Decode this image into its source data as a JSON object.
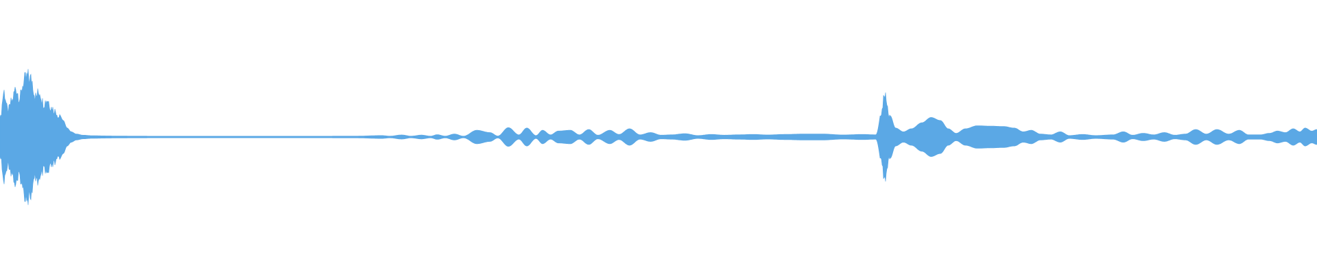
{
  "waveform": {
    "color": "#5ba8e5",
    "background": "#ffffff",
    "amplitude_envelope": [
      [
        0.0,
        0.26
      ],
      [
        0.003,
        0.7
      ],
      [
        0.006,
        0.4
      ],
      [
        0.009,
        0.55
      ],
      [
        0.012,
        0.75
      ],
      [
        0.015,
        0.6
      ],
      [
        0.018,
        0.85
      ],
      [
        0.021,
        0.92
      ],
      [
        0.024,
        0.88
      ],
      [
        0.027,
        0.62
      ],
      [
        0.03,
        0.7
      ],
      [
        0.033,
        0.52
      ],
      [
        0.036,
        0.58
      ],
      [
        0.039,
        0.45
      ],
      [
        0.042,
        0.4
      ],
      [
        0.045,
        0.3
      ],
      [
        0.048,
        0.22
      ],
      [
        0.051,
        0.12
      ],
      [
        0.054,
        0.07
      ],
      [
        0.058,
        0.04
      ],
      [
        0.063,
        0.025
      ],
      [
        0.07,
        0.018
      ],
      [
        0.08,
        0.015
      ],
      [
        0.09,
        0.013
      ],
      [
        0.1,
        0.012
      ],
      [
        0.12,
        0.011
      ],
      [
        0.15,
        0.01
      ],
      [
        0.18,
        0.01
      ],
      [
        0.21,
        0.01
      ],
      [
        0.24,
        0.011
      ],
      [
        0.27,
        0.012
      ],
      [
        0.29,
        0.02
      ],
      [
        0.296,
        0.012
      ],
      [
        0.305,
        0.028
      ],
      [
        0.312,
        0.012
      ],
      [
        0.32,
        0.026
      ],
      [
        0.327,
        0.012
      ],
      [
        0.332,
        0.032
      ],
      [
        0.338,
        0.012
      ],
      [
        0.345,
        0.04
      ],
      [
        0.352,
        0.012
      ],
      [
        0.362,
        0.09
      ],
      [
        0.372,
        0.06
      ],
      [
        0.378,
        0.014
      ],
      [
        0.386,
        0.125
      ],
      [
        0.394,
        0.03
      ],
      [
        0.4,
        0.12
      ],
      [
        0.407,
        0.02
      ],
      [
        0.412,
        0.09
      ],
      [
        0.418,
        0.03
      ],
      [
        0.424,
        0.08
      ],
      [
        0.433,
        0.09
      ],
      [
        0.44,
        0.03
      ],
      [
        0.447,
        0.1
      ],
      [
        0.454,
        0.025
      ],
      [
        0.463,
        0.09
      ],
      [
        0.47,
        0.035
      ],
      [
        0.478,
        0.11
      ],
      [
        0.486,
        0.03
      ],
      [
        0.494,
        0.06
      ],
      [
        0.502,
        0.025
      ],
      [
        0.51,
        0.03
      ],
      [
        0.52,
        0.045
      ],
      [
        0.53,
        0.02
      ],
      [
        0.54,
        0.035
      ],
      [
        0.55,
        0.025
      ],
      [
        0.56,
        0.03
      ],
      [
        0.572,
        0.035
      ],
      [
        0.583,
        0.028
      ],
      [
        0.595,
        0.035
      ],
      [
        0.61,
        0.04
      ],
      [
        0.625,
        0.04
      ],
      [
        0.64,
        0.028
      ],
      [
        0.655,
        0.035
      ],
      [
        0.665,
        0.03
      ],
      [
        0.672,
        0.6
      ],
      [
        0.676,
        0.28
      ],
      [
        0.68,
        0.12
      ],
      [
        0.686,
        0.07
      ],
      [
        0.692,
        0.11
      ],
      [
        0.7,
        0.19
      ],
      [
        0.707,
        0.26
      ],
      [
        0.714,
        0.22
      ],
      [
        0.72,
        0.11
      ],
      [
        0.726,
        0.05
      ],
      [
        0.733,
        0.11
      ],
      [
        0.742,
        0.15
      ],
      [
        0.752,
        0.145
      ],
      [
        0.762,
        0.14
      ],
      [
        0.77,
        0.12
      ],
      [
        0.777,
        0.07
      ],
      [
        0.783,
        0.09
      ],
      [
        0.79,
        0.04
      ],
      [
        0.798,
        0.03
      ],
      [
        0.805,
        0.07
      ],
      [
        0.812,
        0.02
      ],
      [
        0.822,
        0.035
      ],
      [
        0.832,
        0.02
      ],
      [
        0.845,
        0.03
      ],
      [
        0.853,
        0.07
      ],
      [
        0.86,
        0.025
      ],
      [
        0.868,
        0.05
      ],
      [
        0.876,
        0.03
      ],
      [
        0.884,
        0.06
      ],
      [
        0.892,
        0.025
      ],
      [
        0.9,
        0.04
      ],
      [
        0.908,
        0.1
      ],
      [
        0.916,
        0.04
      ],
      [
        0.924,
        0.1
      ],
      [
        0.933,
        0.04
      ],
      [
        0.941,
        0.09
      ],
      [
        0.948,
        0.03
      ],
      [
        0.957,
        0.03
      ],
      [
        0.964,
        0.05
      ],
      [
        0.97,
        0.08
      ],
      [
        0.976,
        0.06
      ],
      [
        0.982,
        0.11
      ],
      [
        0.987,
        0.07
      ],
      [
        0.991,
        0.12
      ],
      [
        0.996,
        0.08
      ],
      [
        1.0,
        0.1
      ]
    ]
  }
}
